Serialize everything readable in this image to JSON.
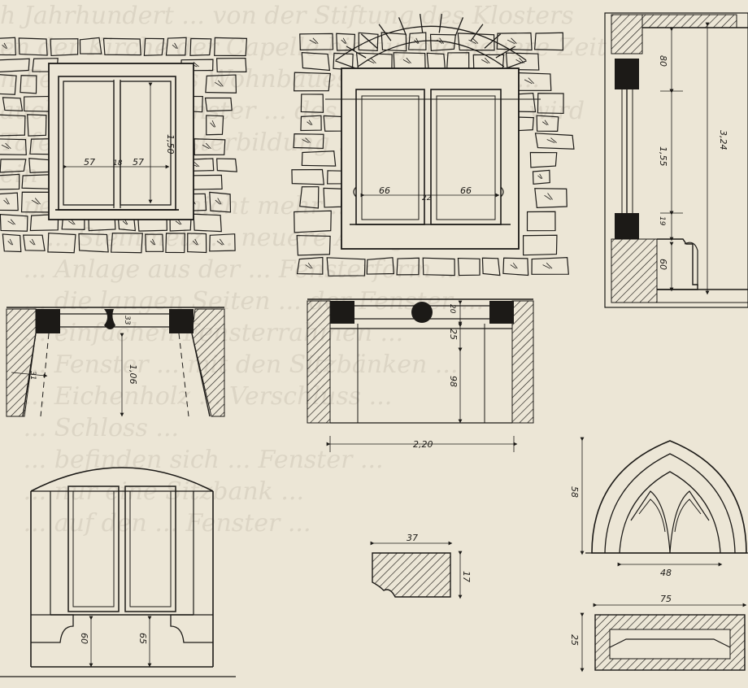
{
  "background_text_lines": [
    "h Jahrhundert ... von der Stiftung des Klosters",
    "en der Kirche der Capelle bis auf die neuere Zeit",
    "n Fenster ... des Wohnbaues des Klosters ...",
    "auch andere Fenster ... des alten Baues ... wird",
    "Tafel VI. ... Fensterbildung ... Steinmetz",
    "ein und ...",
    "   pen ... hat ... nicht mehr ...",
    "      ... Steinmetz ... neuere Anlage ...",
    "   ... Anlage aus der ... Fensterform ...",
    "   ... die langen Seiten ... der Fenster ...",
    "   ... einfachen Fensterrahmen ...",
    "   ... Fenster ... mit den Sitzbänken ...",
    "   ... Eichenholz ... Verschluss ...",
    "   ... Schloss ...",
    "   ... befinden sich ... Fenster ...",
    "   ... nur eine Sitzbank ...",
    "   ... auf den ... Fenster ..."
  ],
  "dimensions": {
    "w1_left": "57",
    "w1_mullion": "18",
    "w1_right": "57",
    "w1_height": "1,50",
    "w2_left": "66",
    "w2_mullion": "22",
    "w2_right": "66",
    "sec_top": "80",
    "sec_light": "1,55",
    "sec_total": "3,24",
    "sec_sill": "19",
    "sec_bench": "60",
    "plan1_depth": "1,06",
    "plan1_frame": "31",
    "plan1_mullion": "33",
    "plan2_frame": "20",
    "plan2_reveal": "25",
    "plan2_depth": "98",
    "plan2_width": "2,20",
    "arch_height": "58",
    "arch_width": "48",
    "profile_width": "37",
    "profile_height": "17",
    "bench_width": "75",
    "bench_height": "25",
    "e3_bench": "60",
    "e3_seat": "65"
  }
}
